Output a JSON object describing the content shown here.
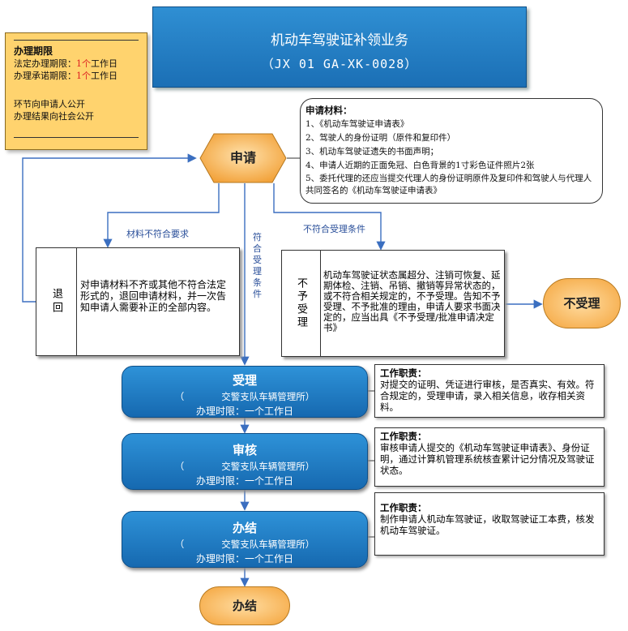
{
  "title": {
    "main": "机动车驾驶证补领业务",
    "code": "（JX 01 GA-XK-0028）"
  },
  "period": {
    "head": "办理期限",
    "legal_prefix": "法定办理期限：",
    "legal_value": "1个",
    "legal_suffix": "工作日",
    "promise_prefix": "办理承诺期限：",
    "promise_value": "1个",
    "promise_suffix": "工作日",
    "public1": "环节向申请人公开",
    "public2": "办理结果向社会公开"
  },
  "apply": {
    "label": "申请"
  },
  "materials": {
    "head": "申请材料：",
    "items": [
      "1、《机动车驾驶证申请表》",
      "2、驾驶人的身份证明（原件和复印件）",
      "3、机动车驾驶证遗失的书面声明；",
      "4、申请人近期的正面免冠、白色背景的1寸彩色证件照片2张",
      "5、委托代理的还应当提交代理人的身份证明原件及复印件和驾驶人与代理人共同签名的《机动车驾驶证申请表》"
    ]
  },
  "edge_labels": {
    "materials_invalid": "材料不符合要求",
    "not_meet": "不符合受理条件",
    "meet": "符合受理条件"
  },
  "return_box": {
    "side": "退回",
    "text": "对申请材料不齐或其他不符合法定形式的，退回申请材料，并一次告知申请人需要补正的全部内容。"
  },
  "reject_box": {
    "side": "不予受理",
    "text": "机动车驾驶证状态属超分、注销可恢复、延期体检、注销、吊销、撤销等异常状态的，或不符合相关规定的，不予受理。告知不予受理、不予批准的理由，申请人要求书面决定的，应当出具《不予受理/批准申请决定书》"
  },
  "noaccept": {
    "label": "不受理"
  },
  "steps": [
    {
      "name": "受理",
      "org": "（　　　　交警支队车辆管理所）",
      "time": "办理时限：一个工作日"
    },
    {
      "name": "审核",
      "org": "（　　　　交警支队车辆管理所）",
      "time": "办理时限：一个工作日"
    },
    {
      "name": "办结",
      "org": "（　　　　交警支队车辆管理所）",
      "time": "办理时限：一个工作日"
    }
  ],
  "duties": [
    {
      "head": "工作职责：",
      "text": "对提交的证明、凭证进行审核，是否真实、有效。符合规定的，受理申请，录入相关信息，收存相关资料。"
    },
    {
      "head": "工作职责：",
      "text": "审核申请人提交的《机动车驾驶证申请表》、身份证明，通过计算机管理系统核查累计记分情况及驾驶证状态。"
    },
    {
      "head": "工作职责：",
      "text": "制作申请人机动车驾驶证，收取驾驶证工本费，核发机动车驾驶证。"
    }
  ],
  "final": {
    "label": "办结"
  },
  "colors": {
    "step_blue": "#1b6fb5",
    "period_bg": "#ffd36e",
    "terminal_orange": "#f4a43c",
    "highlight_red": "#d22222"
  }
}
